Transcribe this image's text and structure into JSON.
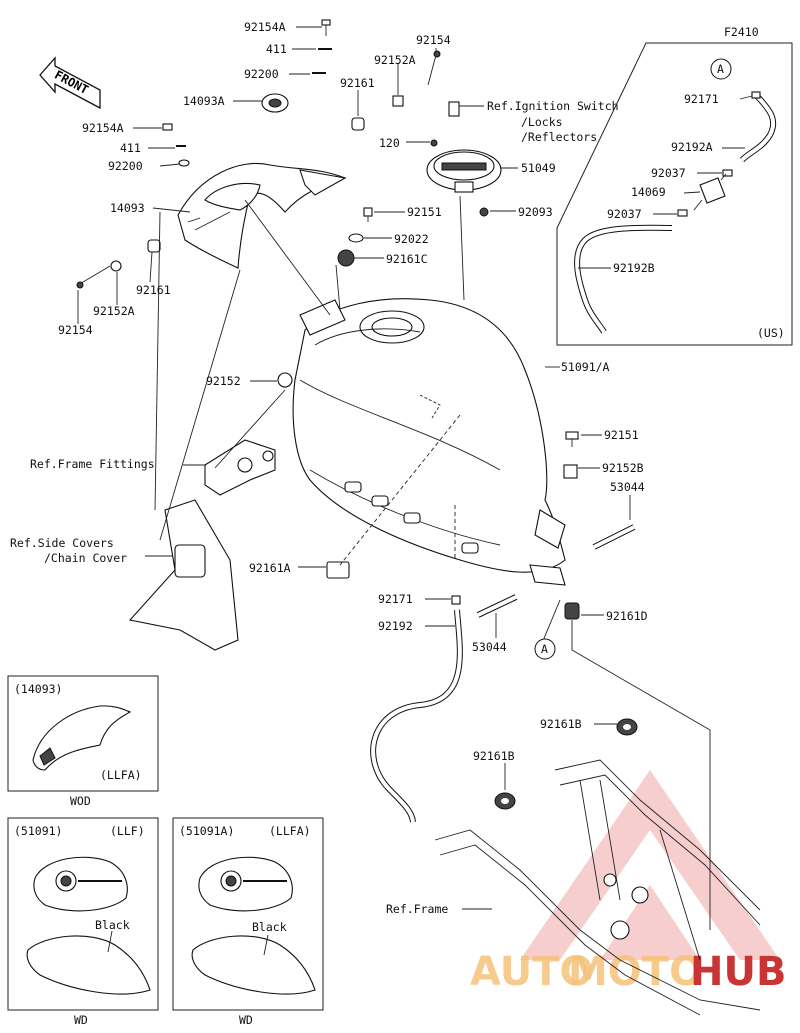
{
  "diagram": {
    "code": "F2410",
    "front_label": "FRONT",
    "labels": {
      "p92154A_top": "92154A",
      "p411_top": "411",
      "p92200_top": "92200",
      "p14093A": "14093A",
      "p92154A_left": "92154A",
      "p411_left": "411",
      "p92200_left": "92200",
      "p14093": "14093",
      "p92161_left": "92161",
      "p92152A_left": "92152A",
      "p92154_left": "92154",
      "p92154_top": "92154",
      "p92152A_top": "92152A",
      "p92161_top": "92161",
      "ref_ignition_1": "Ref.Ignition Switch",
      "ref_ignition_2": "/Locks",
      "ref_ignition_3": "/Reflectors",
      "p120": "120",
      "p51049": "51049",
      "p92093": "92093",
      "p92151_top": "92151",
      "p92022": "92022",
      "p92161C": "92161C",
      "p51091A": "51091/A",
      "p92152": "92152",
      "ref_frame_fittings": "Ref.Frame Fittings",
      "ref_side_covers_1": "Ref.Side Covers",
      "ref_side_covers_2": "/Chain Cover",
      "p92161A": "92161A",
      "p92151_right": "92151",
      "p92152B": "92152B",
      "p53044_right": "53044",
      "p92171_mid": "92171",
      "p92192_mid": "92192",
      "p53044_mid": "53044",
      "callout_A": "A",
      "p92161D": "92161D",
      "p92161B_right": "92161B",
      "p92161B_left": "92161B",
      "ref_frame": "Ref.Frame"
    },
    "us_box": {
      "callout": "A",
      "p92171": "92171",
      "p92192A": "92192A",
      "p92037_a": "92037",
      "p14069": "14069",
      "p92037_b": "92037",
      "p92192B": "92192B",
      "region": "(US)"
    },
    "inset_14093": {
      "part": "(14093)",
      "variant": "(LLFA)",
      "caption": "WOD"
    },
    "inset_51091": {
      "part": "(51091)",
      "variant": "(LLF)",
      "color": "Black",
      "caption": "WD"
    },
    "inset_51091A": {
      "part": "(51091A)",
      "variant": "(LLFA)",
      "color": "Black",
      "caption": "WD"
    },
    "watermark": {
      "text_a": "AUTO",
      "text_b": "MOTO",
      "text_c": "HUB",
      "color_main": "#e83a3a",
      "color_light": "#f4a9a9"
    }
  }
}
